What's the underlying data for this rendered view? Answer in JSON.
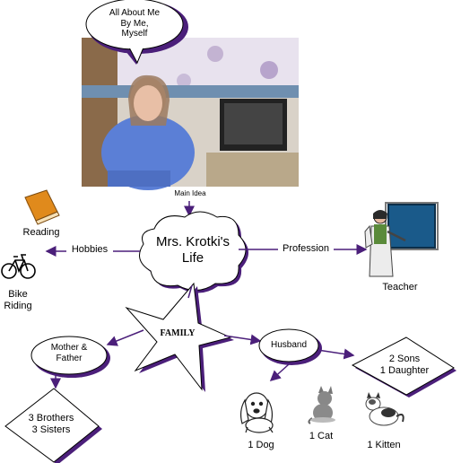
{
  "speech_bubble": [
    "All About Me",
    "By Me,",
    "Myself"
  ],
  "main_idea_label": "Main Idea",
  "center_topic": [
    "Mrs. Krotki's",
    "Life"
  ],
  "hobbies": {
    "connector": "Hobbies",
    "items": [
      "Reading",
      "Bike",
      "Riding"
    ]
  },
  "profession": {
    "connector": "Profession",
    "item": "Teacher"
  },
  "family": {
    "label": "FAMILY",
    "parents": [
      "Mother &",
      "Father"
    ],
    "siblings": [
      "3 Brothers",
      "3 Sisters"
    ],
    "husband": "Husband",
    "children": [
      "2 Sons",
      "1 Daughter"
    ],
    "pets": [
      "1 Dog",
      "1 Cat",
      "1 Kitten"
    ]
  },
  "colors": {
    "accent": "#4b1f7a",
    "board": "#1a5a8a",
    "book": "#e08a1c",
    "photo_wall": "#d9d2c8"
  }
}
